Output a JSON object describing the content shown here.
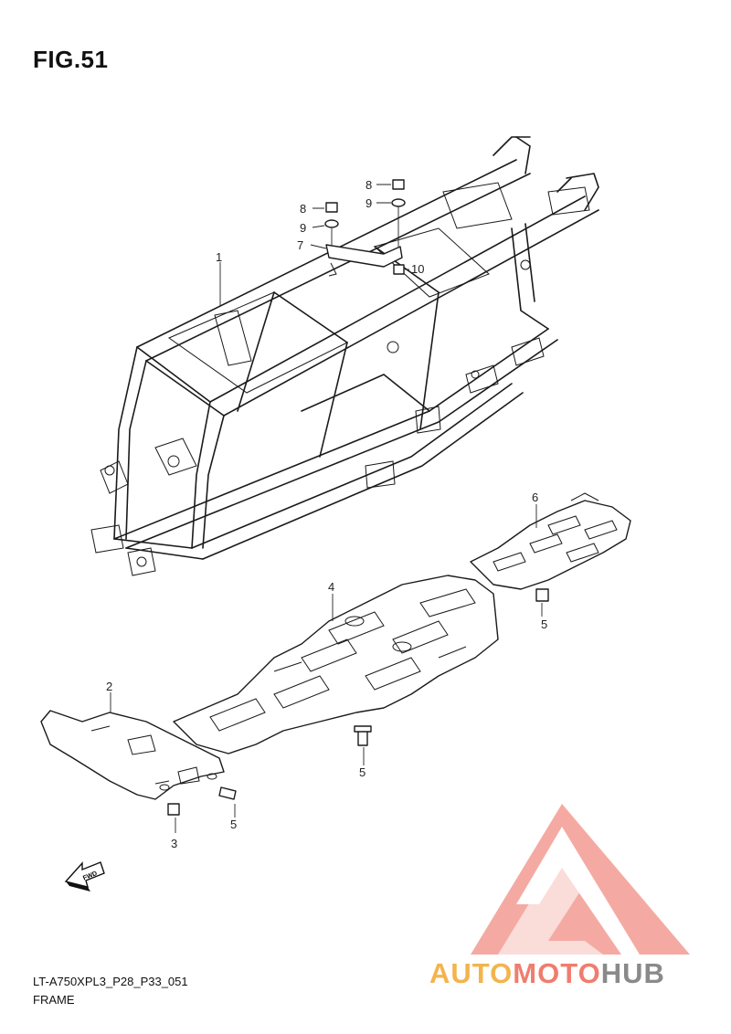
{
  "figure": {
    "title": "FIG.51"
  },
  "callouts": [
    {
      "id": "c1",
      "text": "1"
    },
    {
      "id": "c2",
      "text": "2"
    },
    {
      "id": "c3",
      "text": "3"
    },
    {
      "id": "c4",
      "text": "4"
    },
    {
      "id": "c5a",
      "text": "5"
    },
    {
      "id": "c5b",
      "text": "5"
    },
    {
      "id": "c5c",
      "text": "5"
    },
    {
      "id": "c6",
      "text": "6"
    },
    {
      "id": "c7",
      "text": "7"
    },
    {
      "id": "c8a",
      "text": "8"
    },
    {
      "id": "c8b",
      "text": "8"
    },
    {
      "id": "c9a",
      "text": "9"
    },
    {
      "id": "c9b",
      "text": "9"
    },
    {
      "id": "c10",
      "text": "10"
    }
  ],
  "direction_badge": {
    "text": "FWD",
    "icon": "forward-arrow-icon"
  },
  "footer": {
    "model_code": "LT-A750XPL3_P28_P33_051",
    "section_name": "FRAME"
  },
  "watermark": {
    "part1": "AUTO",
    "part2": "MOTO",
    "part3": "HUB",
    "colors": {
      "auto": "#f3b44d",
      "moto": "#ef7d6f",
      "hub": "#8a8a8a",
      "logo": "#f08a80"
    }
  }
}
